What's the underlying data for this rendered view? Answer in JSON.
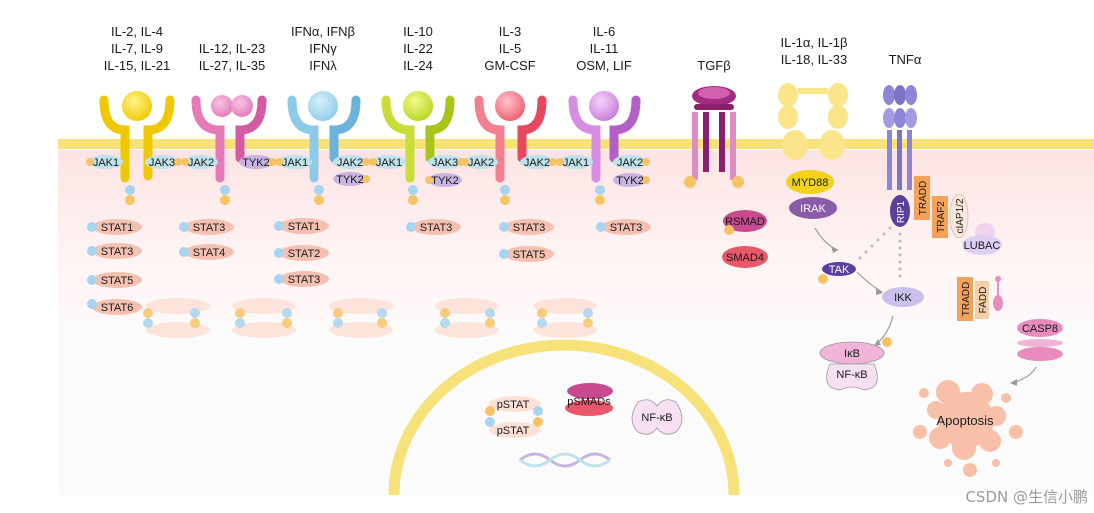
{
  "ligands": [
    [
      "IL-2, IL-4",
      "IL-7, IL-9",
      "IL-15, IL-21"
    ],
    [
      "IL-12, IL-23",
      "IL-27, IL-35"
    ],
    [
      "IFNα, IFNβ",
      "IFNγ",
      "IFNλ"
    ],
    [
      "IL-10",
      "IL-22",
      "IL-24"
    ],
    [
      "IL-3",
      "IL-5",
      "GM-CSF"
    ],
    [
      "IL-6",
      "IL-11",
      "OSM, LIF"
    ],
    [
      "TGFβ"
    ],
    [
      "IL-1α, IL-1β",
      "IL-18, IL-33"
    ],
    [
      "TNFα"
    ]
  ],
  "jaks": [
    "JAK1",
    "JAK3",
    "JAK2",
    "TYK2",
    "JAK1",
    "JAK2",
    "TYK2",
    "JAK1",
    "JAK3",
    "TYK2",
    "JAK2",
    "JAK2",
    "JAK1",
    "JAK2",
    "TYK2"
  ],
  "stats": [
    [
      "STAT1",
      "STAT3",
      "STAT5",
      "STAT6"
    ],
    [
      "STAT3",
      "STAT4"
    ],
    [
      "STAT1",
      "STAT2",
      "STAT3"
    ],
    [
      "STAT3"
    ],
    [
      "STAT3",
      "STAT5"
    ],
    [
      "STAT3"
    ]
  ],
  "smad": {
    "rsmad": "RSMAD",
    "smad4": "SMAD4"
  },
  "il1": {
    "myd88": "MYD88",
    "irak": "IRAK",
    "tak": "TAK",
    "ikk": "IKK"
  },
  "tnf": {
    "rip1": "RIP1",
    "tradd": "TRADD",
    "traf2": "TRAF2",
    "ciap": "cIAP1/2",
    "lubac": "LUBAC",
    "tradd2": "TRADD",
    "fadd": "FADD",
    "casp8": "CASP8",
    "apoptosis": "Apoptosis"
  },
  "nfkb": {
    "ikb": "IκB",
    "nfkb": "NF-κB"
  },
  "nucleus": {
    "pstat1": "pSTAT",
    "pstat2": "pSTAT",
    "psmads": "pSMADs",
    "nfkb": "NF-κB"
  },
  "watermark": "CSDN @生信小鹏",
  "colors": {
    "membrane": "#f7e27a",
    "receptor_yellow": "#f3d21c",
    "receptor_pink": "#e67ab8",
    "receptor_blue": "#7ec7e8",
    "receptor_lime": "#b8d41f",
    "receptor_red": "#ee5a6e",
    "receptor_violet": "#c97ad8",
    "tgf": "#9b2a7a",
    "jak": "#bfe3ec",
    "tyk": "#c8b4e0",
    "stat": "#f6c0b0",
    "phospho_orange": "#f7c465",
    "phospho_blue": "#a8d4ef"
  }
}
